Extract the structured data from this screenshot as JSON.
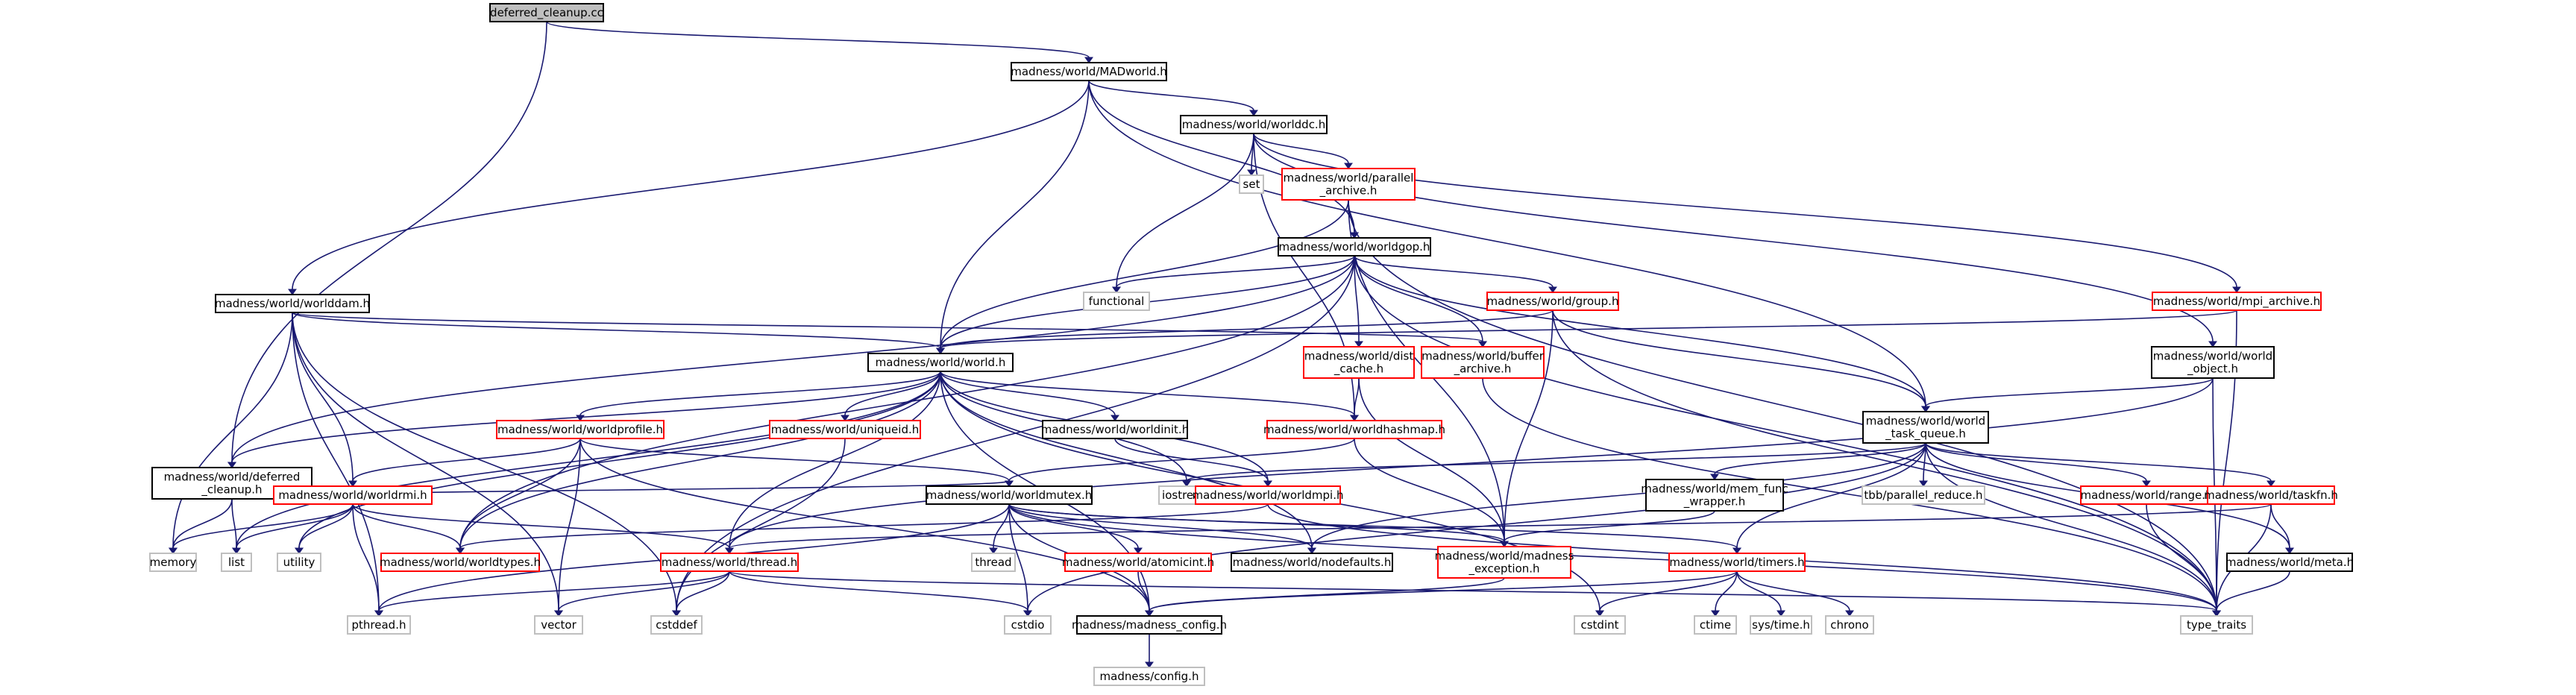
{
  "graph": {
    "title": "deferred_cleanup.cc",
    "colors": {
      "edge": "#191970",
      "documented_border": "#000000",
      "undocumented_border": "#ff0000",
      "system_border": "#bfbfbf",
      "system_text": "#404040",
      "focus_fill": "#bfbfbf"
    },
    "nodes": [
      {
        "id": "root",
        "label": "deferred_cleanup.cc",
        "kind": "focus"
      },
      {
        "id": "madworld",
        "label": "madness/world/MADworld.h",
        "kind": "documented"
      },
      {
        "id": "worlddc",
        "label": "madness/world/worlddc.h",
        "kind": "documented"
      },
      {
        "id": "set",
        "label": "set",
        "kind": "system"
      },
      {
        "id": "parallel_archive",
        "label": "madness/world/parallel\n_archive.h",
        "kind": "undocumented"
      },
      {
        "id": "worldgop",
        "label": "madness/world/worldgop.h",
        "kind": "documented"
      },
      {
        "id": "functional",
        "label": "functional",
        "kind": "system"
      },
      {
        "id": "group",
        "label": "madness/world/group.h",
        "kind": "undocumented"
      },
      {
        "id": "mpi_archive",
        "label": "madness/world/mpi_archive.h",
        "kind": "undocumented"
      },
      {
        "id": "worlddam",
        "label": "madness/world/worlddam.h",
        "kind": "documented"
      },
      {
        "id": "world",
        "label": "madness/world/world.h",
        "kind": "documented"
      },
      {
        "id": "dist_cache",
        "label": "madness/world/dist\n_cache.h",
        "kind": "undocumented"
      },
      {
        "id": "buffer_archive",
        "label": "madness/world/buffer\n_archive.h",
        "kind": "undocumented"
      },
      {
        "id": "world_object",
        "label": "madness/world/world\n_object.h",
        "kind": "documented"
      },
      {
        "id": "deferred_cleanup",
        "label": "madness/world/deferred\n_cleanup.h",
        "kind": "documented"
      },
      {
        "id": "worldprofile",
        "label": "madness/world/worldprofile.h",
        "kind": "undocumented"
      },
      {
        "id": "uniqueid",
        "label": "madness/world/uniqueid.h",
        "kind": "undocumented"
      },
      {
        "id": "worldinit",
        "label": "madness/world/worldinit.h",
        "kind": "documented"
      },
      {
        "id": "worldhashmap",
        "label": "madness/world/worldhashmap.h",
        "kind": "undocumented"
      },
      {
        "id": "world_task_queue",
        "label": "madness/world/world\n_task_queue.h",
        "kind": "documented"
      },
      {
        "id": "iostream",
        "label": "iostream",
        "kind": "system"
      },
      {
        "id": "worldrmi",
        "label": "madness/world/worldrmi.h",
        "kind": "undocumented"
      },
      {
        "id": "worldmutex",
        "label": "madness/world/worldmutex.h",
        "kind": "documented"
      },
      {
        "id": "worldmpi",
        "label": "madness/world/worldmpi.h",
        "kind": "undocumented"
      },
      {
        "id": "mem_func_wrapper",
        "label": "madness/world/mem_func\n_wrapper.h",
        "kind": "documented"
      },
      {
        "id": "tbb_parallel_reduce",
        "label": "tbb/parallel_reduce.h",
        "kind": "system"
      },
      {
        "id": "range",
        "label": "madness/world/range.h",
        "kind": "undocumented"
      },
      {
        "id": "taskfn",
        "label": "madness/world/taskfn.h",
        "kind": "undocumented"
      },
      {
        "id": "memory",
        "label": "memory",
        "kind": "system"
      },
      {
        "id": "list",
        "label": "list",
        "kind": "system"
      },
      {
        "id": "utility",
        "label": "utility",
        "kind": "system"
      },
      {
        "id": "worldtypes",
        "label": "madness/world/worldtypes.h",
        "kind": "undocumented"
      },
      {
        "id": "thread",
        "label": "madness/world/thread.h",
        "kind": "undocumented"
      },
      {
        "id": "thread_std",
        "label": "thread",
        "kind": "system"
      },
      {
        "id": "atomicint",
        "label": "madness/world/atomicint.h",
        "kind": "undocumented"
      },
      {
        "id": "nodefaults",
        "label": "madness/world/nodefaults.h",
        "kind": "documented"
      },
      {
        "id": "madness_exception",
        "label": "madness/world/madness\n_exception.h",
        "kind": "undocumented"
      },
      {
        "id": "timers",
        "label": "madness/world/timers.h",
        "kind": "undocumented"
      },
      {
        "id": "meta",
        "label": "madness/world/meta.h",
        "kind": "documented"
      },
      {
        "id": "pthread",
        "label": "pthread.h",
        "kind": "system"
      },
      {
        "id": "vector",
        "label": "vector",
        "kind": "system"
      },
      {
        "id": "cstddef",
        "label": "cstddef",
        "kind": "system"
      },
      {
        "id": "cstdio",
        "label": "cstdio",
        "kind": "system"
      },
      {
        "id": "madness_config",
        "label": "madness/madness_config.h",
        "kind": "documented"
      },
      {
        "id": "cstdint",
        "label": "cstdint",
        "kind": "system"
      },
      {
        "id": "ctime",
        "label": "ctime",
        "kind": "system"
      },
      {
        "id": "systime",
        "label": "sys/time.h",
        "kind": "system"
      },
      {
        "id": "chrono",
        "label": "chrono",
        "kind": "system"
      },
      {
        "id": "type_traits",
        "label": "type_traits",
        "kind": "system"
      },
      {
        "id": "madness_config_h",
        "label": "madness/config.h",
        "kind": "system"
      }
    ],
    "edges": [
      [
        "root",
        "madworld"
      ],
      [
        "root",
        "deferred_cleanup"
      ],
      [
        "madworld",
        "worlddc"
      ],
      [
        "madworld",
        "worldgop"
      ],
      [
        "madworld",
        "worlddam"
      ],
      [
        "madworld",
        "world"
      ],
      [
        "madworld",
        "world_task_queue"
      ],
      [
        "worlddc",
        "set"
      ],
      [
        "worlddc",
        "parallel_archive"
      ],
      [
        "worlddc",
        "functional"
      ],
      [
        "worlddc",
        "mpi_archive"
      ],
      [
        "worlddc",
        "world_object"
      ],
      [
        "worlddc",
        "worldhashmap"
      ],
      [
        "parallel_archive",
        "worldgop"
      ],
      [
        "parallel_archive",
        "world"
      ],
      [
        "parallel_archive",
        "type_traits"
      ],
      [
        "parallel_archive",
        "madness_exception"
      ],
      [
        "worldgop",
        "functional"
      ],
      [
        "worldgop",
        "group"
      ],
      [
        "worldgop",
        "dist_cache"
      ],
      [
        "worldgop",
        "buffer_archive"
      ],
      [
        "worldgop",
        "world"
      ],
      [
        "worldgop",
        "world_task_queue"
      ],
      [
        "worldgop",
        "deferred_cleanup"
      ],
      [
        "worldgop",
        "worldtypes"
      ],
      [
        "worldgop",
        "type_traits"
      ],
      [
        "worldgop",
        "cstddef"
      ],
      [
        "group",
        "world"
      ],
      [
        "group",
        "world_task_queue"
      ],
      [
        "group",
        "madness_exception"
      ],
      [
        "group",
        "type_traits"
      ],
      [
        "mpi_archive",
        "world"
      ],
      [
        "mpi_archive",
        "type_traits"
      ],
      [
        "worlddam",
        "world"
      ],
      [
        "worlddam",
        "buffer_archive"
      ],
      [
        "worlddam",
        "worldrmi"
      ],
      [
        "worlddam",
        "memory"
      ],
      [
        "worlddam",
        "pthread"
      ],
      [
        "worlddam",
        "vector"
      ],
      [
        "worlddam",
        "cstddef"
      ],
      [
        "world",
        "worldprofile"
      ],
      [
        "world",
        "uniqueid"
      ],
      [
        "world",
        "worldinit"
      ],
      [
        "world",
        "worldhashmap"
      ],
      [
        "world",
        "deferred_cleanup"
      ],
      [
        "world",
        "iostream"
      ],
      [
        "world",
        "worldmpi"
      ],
      [
        "world",
        "nodefaults"
      ],
      [
        "world",
        "thread"
      ],
      [
        "world",
        "list"
      ],
      [
        "world",
        "utility"
      ],
      [
        "world",
        "worldtypes"
      ],
      [
        "world",
        "madness_config"
      ],
      [
        "world",
        "cstdint"
      ],
      [
        "dist_cache",
        "worldhashmap"
      ],
      [
        "dist_cache",
        "madness_exception"
      ],
      [
        "buffer_archive",
        "type_traits"
      ],
      [
        "world_object",
        "world_task_queue"
      ],
      [
        "world_object",
        "type_traits"
      ],
      [
        "world_object",
        "thread"
      ],
      [
        "deferred_cleanup",
        "worldmutex"
      ],
      [
        "deferred_cleanup",
        "list"
      ],
      [
        "deferred_cleanup",
        "memory"
      ],
      [
        "worldprofile",
        "worldrmi"
      ],
      [
        "worldprofile",
        "worldmutex"
      ],
      [
        "worldprofile",
        "worldtypes"
      ],
      [
        "worldprofile",
        "vector"
      ],
      [
        "worldprofile",
        "madness_config"
      ],
      [
        "uniqueid",
        "cstddef"
      ],
      [
        "worldinit",
        "worldmpi"
      ],
      [
        "worldhashmap",
        "madness_exception"
      ],
      [
        "worldhashmap",
        "worldmutex"
      ],
      [
        "world_task_queue",
        "iostream"
      ],
      [
        "world_task_queue",
        "mem_func_wrapper"
      ],
      [
        "world_task_queue",
        "tbb_parallel_reduce"
      ],
      [
        "world_task_queue",
        "range"
      ],
      [
        "world_task_queue",
        "taskfn"
      ],
      [
        "world_task_queue",
        "meta"
      ],
      [
        "world_task_queue",
        "type_traits"
      ],
      [
        "world_task_queue",
        "timers"
      ],
      [
        "world_task_queue",
        "nodefaults"
      ],
      [
        "world_task_queue",
        "cstdio"
      ],
      [
        "worldrmi",
        "thread"
      ],
      [
        "worldrmi",
        "worldtypes"
      ],
      [
        "worldrmi",
        "list"
      ],
      [
        "worldrmi",
        "memory"
      ],
      [
        "worldrmi",
        "utility"
      ],
      [
        "worldrmi",
        "pthread"
      ],
      [
        "worldmutex",
        "atomicint"
      ],
      [
        "worldmutex",
        "nodefaults"
      ],
      [
        "worldmutex",
        "madness_exception"
      ],
      [
        "worldmutex",
        "timers"
      ],
      [
        "worldmutex",
        "thread_std"
      ],
      [
        "worldmutex",
        "madness_config"
      ],
      [
        "worldmutex",
        "pthread"
      ],
      [
        "worldmutex",
        "cstdio"
      ],
      [
        "worldmutex",
        "type_traits"
      ],
      [
        "worldmpi",
        "worldtypes"
      ],
      [
        "worldmpi",
        "type_traits"
      ],
      [
        "mem_func_wrapper",
        "madness_exception"
      ],
      [
        "range",
        "type_traits"
      ],
      [
        "taskfn",
        "meta"
      ],
      [
        "taskfn",
        "type_traits"
      ],
      [
        "taskfn",
        "thread"
      ],
      [
        "thread",
        "pthread"
      ],
      [
        "thread",
        "vector"
      ],
      [
        "thread",
        "cstddef"
      ],
      [
        "thread",
        "cstdio"
      ],
      [
        "thread",
        "type_traits"
      ],
      [
        "atomicint",
        "madness_config"
      ],
      [
        "madness_exception",
        "madness_config"
      ],
      [
        "timers",
        "cstdint"
      ],
      [
        "timers",
        "ctime"
      ],
      [
        "timers",
        "systime"
      ],
      [
        "timers",
        "chrono"
      ],
      [
        "timers",
        "madness_config"
      ],
      [
        "meta",
        "type_traits"
      ],
      [
        "madness_config",
        "madness_config_h"
      ]
    ]
  }
}
